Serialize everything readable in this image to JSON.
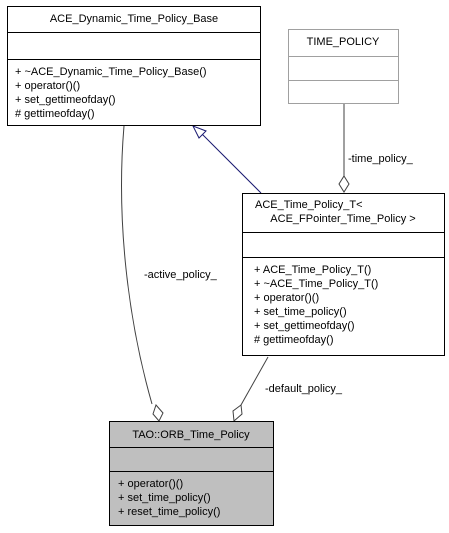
{
  "classes": {
    "base": {
      "name": "ACE_Dynamic_Time_Policy_Base",
      "members": [
        "+ ~ACE_Dynamic_Time_Policy_Base()",
        "+ operator()()",
        "+ set_gettimeofday()",
        "# gettimeofday()"
      ]
    },
    "time_policy": {
      "name": "TIME_POLICY"
    },
    "policy_t": {
      "name_line1": "ACE_Time_Policy_T<",
      "name_line2": "ACE_FPointer_Time_Policy >",
      "members": [
        "+ ACE_Time_Policy_T()",
        "+ ~ACE_Time_Policy_T()",
        "+ operator()()",
        "+ set_time_policy()",
        "+ set_gettimeofday()",
        "# gettimeofday()"
      ]
    },
    "orb": {
      "name": "TAO::ORB_Time_Policy",
      "members": [
        "+ operator()()",
        "+ set_time_policy()",
        "+ reset_time_policy()"
      ]
    }
  },
  "edges": {
    "time_policy_label": "-time_policy_",
    "active_policy_label": "-active_policy_",
    "default_policy_label": "-default_policy_"
  }
}
